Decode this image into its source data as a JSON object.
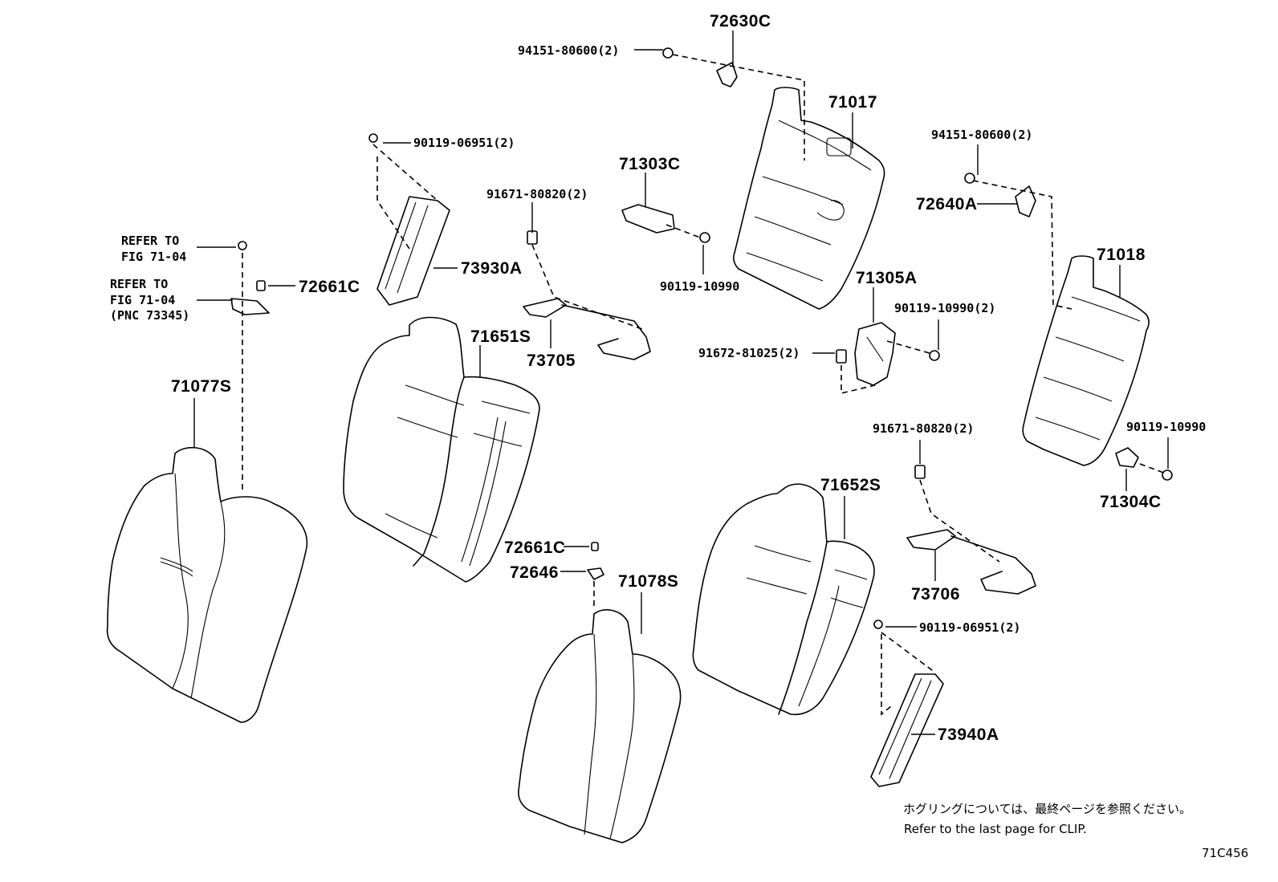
{
  "diagram": {
    "code": "71C456",
    "notes": {
      "japanese": "ホグリングについては、最終ページを参照ください。",
      "english": "Refer to the last page for CLIP."
    },
    "parts": {
      "p72630C": "72630C",
      "p94151_a": "94151-80600(2)",
      "p71017": "71017",
      "p90119_06951_a": "90119-06951(2)",
      "p71303C": "71303C",
      "p91671_a": "91671-80820(2)",
      "p94151_b": "94151-80600(2)",
      "p72640A": "72640A",
      "p73930A": "73930A",
      "p72661C_a": "72661C",
      "p90119_10990_a": "90119-10990",
      "p71305A": "71305A",
      "p71018": "71018",
      "p90119_10990_b": "90119-10990(2)",
      "p71651S": "71651S",
      "p91672": "91672-81025(2)",
      "p73705": "73705",
      "p71077S": "71077S",
      "p91671_b": "91671-80820(2)",
      "p90119_10990_c": "90119-10990",
      "p71652S": "71652S",
      "p71304C": "71304C",
      "p72661C_b": "72661C",
      "p72646": "72646",
      "p71078S": "71078S",
      "p73706": "73706",
      "p90119_06951_b": "90119-06951(2)",
      "p73940A": "73940A"
    },
    "refer1": {
      "line1": "REFER TO",
      "line2": "FIG 71-04"
    },
    "refer2": {
      "line1": "REFER TO",
      "line2": "FIG 71-04",
      "line3": "(PNC 73345)"
    }
  }
}
